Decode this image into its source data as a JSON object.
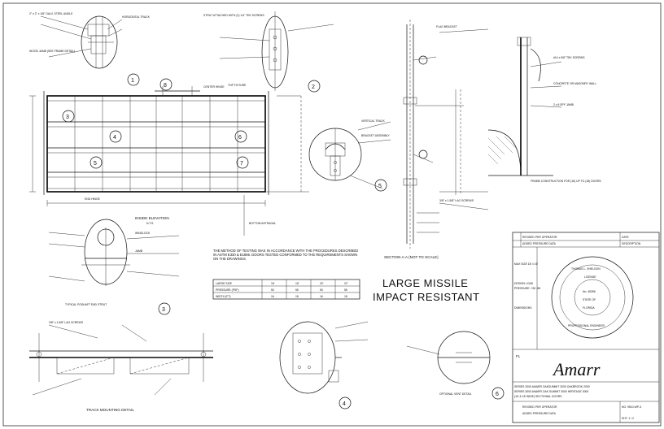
{
  "title_block": {
    "brand": "Amarr",
    "state": "FL",
    "title_rows": [
      "SERIES 2000 AMARR OAKSUMMIT 2000 OAKBROOK 2000",
      "SERIES 3000 AMARR OAK SUMMIT 3000 HERITAGE 3000",
      "(16' & 18' WIDE) SECTIONAL DOORS"
    ],
    "drawing_no": "NO. 9510-WP-3",
    "sheet": "SHT. 1 / 2",
    "revision_rows": [
      "REVISED PER OPERATOR",
      "ADDED PRESSURE DATA"
    ],
    "rev_labels": [
      "DATE",
      "DESCRIPTION"
    ],
    "side_notes": [
      "MAX SIZE 18' x 16'",
      "DESIGN LOAD",
      "PRESSURE: +50 -55",
      "DIMENSIONS"
    ],
    "seal_text": [
      "THOMAS L. SHELDON",
      "LICENSE",
      "No. 45396",
      "STATE OF",
      "FLORIDA",
      "PROFESSIONAL ENGINEER"
    ]
  },
  "headings": {
    "main": [
      "LARGE MISSILE",
      "IMPACT RESISTANT"
    ],
    "inside_elevation": "INSIDE ELEVATION",
    "inside_elevation_scale": "N.T.S.",
    "section_aa": "SECTION A-A (NOT TO SCALE)",
    "track_mounting": "TRACK MOUNTING DETAIL",
    "optional_vent": "OPTIONAL VENT DETAIL",
    "frame_construction": "FRAME CONSTRUCTION FOR (16) UP TO (18) DOORS",
    "typical_strut": "TYPICAL POSHAFT END STRUT"
  },
  "design_table": {
    "note": "THE METHOD OF TESTING WAS IN ACCORDANCE WITH THE PROCEDURES DESCRIBED IN ASTM E330 & E1886. DOORS TESTED CONFORMED TO THE REQUIREMENTS SHOWN ON THE DRAWINGS.",
    "headers": [
      "LARGE SIZE",
      "16'",
      "18'",
      "20'",
      "22'"
    ],
    "rows": [
      [
        "PRESSURE (PSF)",
        "50",
        "55",
        "50",
        "55"
      ],
      [
        "WIDTH (FT)",
        "16",
        "18",
        "16",
        "18"
      ]
    ]
  },
  "callouts": [
    "1",
    "2",
    "3",
    "4",
    "5",
    "6",
    "7",
    "8"
  ],
  "notes": [
    "2\" x 2\" x 1/8\" GALV. STEEL ANGLE",
    "WOOD JAMB (SEE FRAME DETAIL)",
    "HORIZONTAL TRACK",
    "STRUT ATTACHED WITH (2) 1/4\" TEK SCREWS",
    "CENTER HINGE",
    "END HINGE",
    "VERTICAL TRACK",
    "BRACKET ASSEMBLY",
    "FLAG BRACKET",
    "TOP FIXTURE",
    "BOTTOM ASTRAGAL",
    "3/8\" x 1-5/8\" LAG SCREWS",
    "#14 x 5/8\" TEK SCREWS",
    "CONCRETE OR MASONRY WALL",
    "WINDLOCK",
    "JAMB",
    "2 x 6 SPF JAMB"
  ]
}
